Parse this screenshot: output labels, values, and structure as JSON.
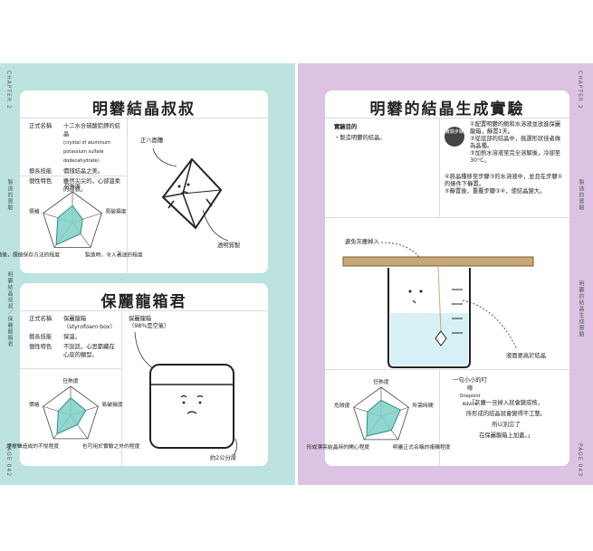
{
  "left_page": {
    "chapter_tab": "CHAPTER 2",
    "side_title": "製造的實驗",
    "side_sub": "明礬結晶叔叔／保麗龍箱君",
    "page_no": "PAGE 042",
    "alum": {
      "title": "明礬結晶叔叔",
      "fields": [
        {
          "k": "正式名稱",
          "v": "十二水合硫酸鋁鉀的結晶",
          "v2": "(crystal of aluminum potassium sulfate dodecahydrate)"
        },
        {
          "k": "擅長技能",
          "v": "價錢結晶之美。"
        },
        {
          "k": "個性特色",
          "v": "雖然尖尖的，心卻溫柔的叔叔。"
        }
      ],
      "radar_labels": [
        "狂熱度",
        "易破損度",
        "製造時，令人著迷的程度",
        "製造後，價值保存方法的程度",
        "價格"
      ],
      "radar_values": [
        0.55,
        0.35,
        0.45,
        0.9,
        0.5
      ],
      "callout_top": "正八面體",
      "callout_bottom": "透明質製"
    },
    "box": {
      "title": "保麗龍箱君",
      "fields": [
        {
          "k": "正式名稱",
          "v": "保麗龍箱",
          "v2": "（styrofoam box）"
        },
        {
          "k": "擅長技能",
          "v": "保溫。"
        },
        {
          "k": "個性特色",
          "v": "不說話，心思都藏在心底的類型。"
        }
      ],
      "note_top": "保麗龍箱",
      "note_top2": "（98%是空氣）",
      "note_bottom": "約2公分厚",
      "radar_labels": [
        "狂熱度",
        "易破損度",
        "也可用於實驗之外的程度",
        "摩擦聲造成的不悅程度",
        "價格"
      ],
      "radar_values": [
        0.6,
        0.55,
        0.4,
        0.8,
        0.45
      ]
    }
  },
  "right_page": {
    "chapter_tab": "CHAPTER 2",
    "side_title": "製造的實驗",
    "side_sub": "明礬的結晶生成實驗",
    "page_no": "PAGE 043",
    "title": "明礬的結晶生成實驗",
    "purpose_label": "實驗目的",
    "purpose": "・製造明礬的結晶。",
    "steps_badge": "實驗步驟",
    "steps": [
      "①配置明礬的飽和水溶液並放進保麗龍箱，靜置1天。",
      "②從底部的結晶中，挑選形狀佳者做為晶種。",
      "③加熱水溶液至完全溶解後，冷卻至30°C。",
      "④將晶種移至步驟③的水溶液中，並且在步驟①的條件下靜置。",
      "⑤靜置後，重覆步驟③④，使結晶變大。"
    ],
    "diagram_label_top": "避免灰塵掉入",
    "diagram_label_bottom": "液面要高於結晶",
    "radar_labels": [
      "狂熱度",
      "所需時間",
      "明審正式名稱的複雜程度",
      "形成漂亮結晶時的開心程度",
      "危險度"
    ],
    "radar_values": [
      0.55,
      0.7,
      0.6,
      0.85,
      0.5
    ],
    "advice_title": "一句小小的叮嚀",
    "advice_sub": "Onepoint Advice",
    "advice_lines": [
      "「灰塵一旦掉入就會變成核，",
      "所形成的結晶就會變得不工整。",
      "所以別忘了",
      "在保麗龍箱上加蓋。」"
    ]
  },
  "colors": {
    "left_bg": "#bde3df",
    "right_bg": "#dcc3e3",
    "radar_fill": "#7fcfc8"
  }
}
